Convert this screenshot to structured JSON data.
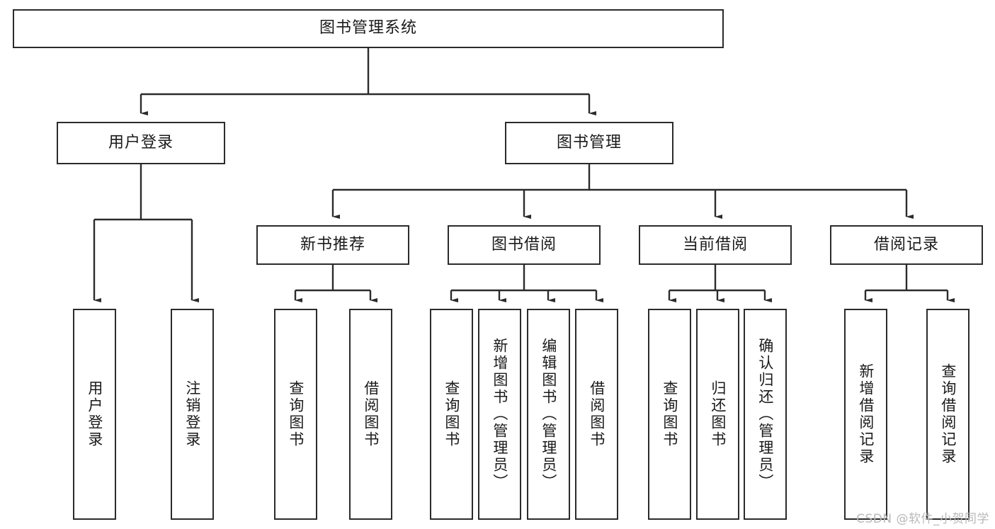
{
  "diagram": {
    "title": "图书管理系统",
    "type": "tree-hierarchy",
    "orientation": "top-down",
    "colors": {
      "box_border": "#2b2b2b",
      "box_fill": "#ffffff",
      "connector": "#2b2b2b",
      "text": "#1a1a1a",
      "watermark": "#b9b9b9",
      "background": "#ffffff"
    },
    "root": {
      "label": "图书管理系统"
    },
    "level2": [
      {
        "id": "user-login",
        "label": "用户登录"
      },
      {
        "id": "book-management",
        "label": "图书管理"
      }
    ],
    "level3": [
      {
        "id": "new-book-recommend",
        "label": "新书推荐"
      },
      {
        "id": "book-borrow",
        "label": "图书借阅"
      },
      {
        "id": "current-borrow",
        "label": "当前借阅"
      },
      {
        "id": "borrow-record",
        "label": "借阅记录"
      }
    ],
    "leaves": {
      "user_login": [
        {
          "id": "leaf-user-login",
          "label": "用户登录"
        },
        {
          "id": "leaf-logout-login",
          "label": "注销登录"
        }
      ],
      "new_book_recommend": [
        {
          "id": "leaf-query-book-1",
          "label": "查询图书"
        },
        {
          "id": "leaf-borrow-book-1",
          "label": "借阅图书"
        }
      ],
      "book_borrow": [
        {
          "id": "leaf-query-book-2",
          "label": "查询图书"
        },
        {
          "id": "leaf-add-book-admin",
          "label": "新增图书（管理员）"
        },
        {
          "id": "leaf-edit-book-admin",
          "label": "编辑图书（管理员）"
        },
        {
          "id": "leaf-borrow-book-2",
          "label": "借阅图书"
        }
      ],
      "current_borrow": [
        {
          "id": "leaf-query-book-3",
          "label": "查询图书"
        },
        {
          "id": "leaf-return-book",
          "label": "归还图书"
        },
        {
          "id": "leaf-confirm-return-admin",
          "label": "确认归还（管理员）"
        }
      ],
      "borrow_record": [
        {
          "id": "leaf-add-borrow-record",
          "label": "新增借阅记录"
        },
        {
          "id": "leaf-query-borrow-record",
          "label": "查询借阅记录"
        }
      ]
    },
    "watermark": "CSDN @软件_小贺同学"
  }
}
